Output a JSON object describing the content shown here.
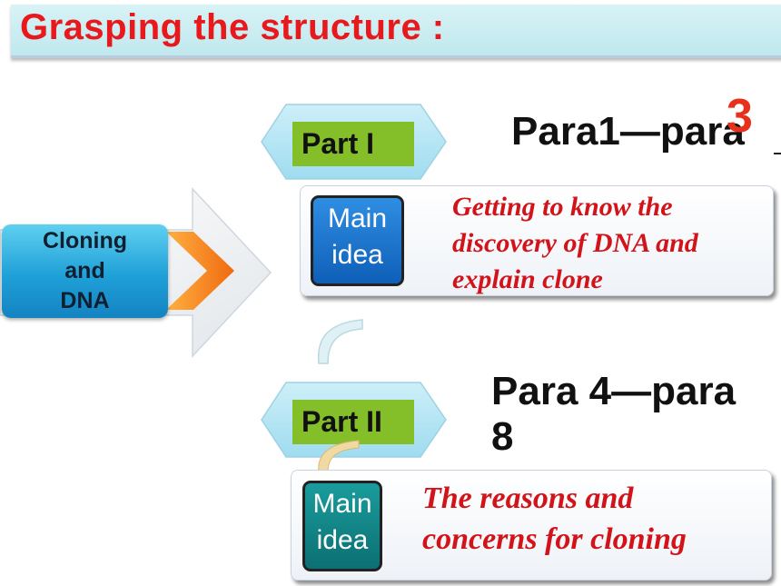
{
  "header": {
    "title": "Grasping the structure :"
  },
  "topic": {
    "label_lines": [
      "Cloning",
      "and",
      "DNA"
    ]
  },
  "parts": [
    {
      "label": "Part I",
      "para_range": "Para1—para",
      "para_number": "3",
      "main_idea_label": [
        "Main",
        "idea"
      ],
      "main_idea_text": [
        "Getting to know the",
        "discovery of DNA and",
        "explain clone"
      ]
    },
    {
      "label": "Part II",
      "para_range_lines": [
        "Para 4—para",
        "8"
      ],
      "main_idea_label": [
        "Main",
        "idea"
      ],
      "main_idea_text": [
        "The reasons and",
        "concerns for cloning"
      ]
    }
  ],
  "colors": {
    "title": "#e8191d",
    "part_label_bg": "#84bf2a",
    "main_idea_text": "#d3131a",
    "arrow_orange": "#f57f20"
  }
}
